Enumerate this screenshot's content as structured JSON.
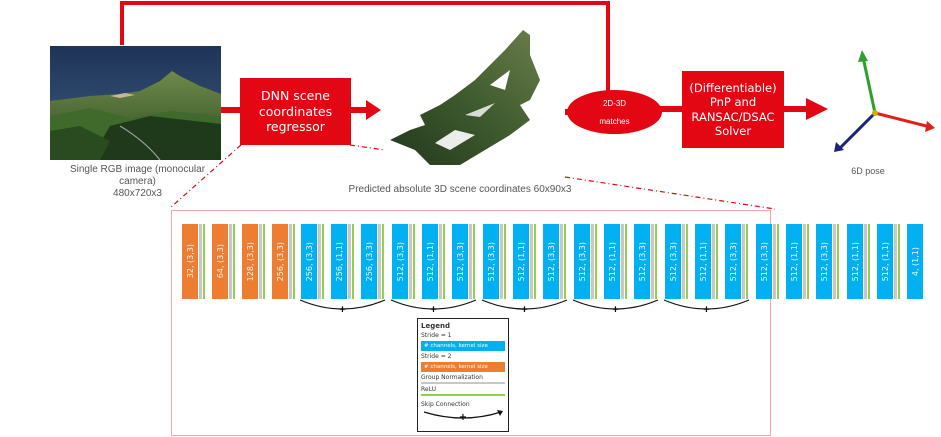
{
  "pipeline": {
    "input_caption_lines": [
      "Single RGB image (monocular",
      "camera)",
      "480x720x3"
    ],
    "dnn_box_lines": [
      "DNN scene",
      "coordinates",
      "regressor"
    ],
    "scene_coords_caption": "Predicted absolute 3D scene coordinates 60x90x3",
    "matches_lines": [
      "2D-3D",
      "matches"
    ],
    "solver_box_lines": [
      "(Differentiable)",
      "PnP and",
      "RANSAC/DSAC",
      "Solver"
    ],
    "output_caption": "6D pose"
  },
  "colors": {
    "accent_red": "#e30613",
    "stride1_blue": "#00b0f0",
    "stride2_orange": "#ed7d31",
    "group_norm_gray": "#c8c8c8",
    "relu_green": "#8fd14f",
    "axis_x": "#e0201a",
    "axis_y": "#2ca02c",
    "axis_z": "#1a237e"
  },
  "network": {
    "layers": [
      {
        "label": "32, (3,3)",
        "stride": 2
      },
      {
        "label": "64, (3,3)",
        "stride": 2
      },
      {
        "label": "128, (3,3)",
        "stride": 2
      },
      {
        "label": "256, (3,3)",
        "stride": 2
      },
      {
        "label": "256, (3,3)",
        "stride": 1
      },
      {
        "label": "256, (1,1)",
        "stride": 1
      },
      {
        "label": "256, (3,3)",
        "stride": 1
      },
      {
        "label": "512, (3,3)",
        "stride": 1
      },
      {
        "label": "512, (1,1)",
        "stride": 1
      },
      {
        "label": "512, (3,3)",
        "stride": 1
      },
      {
        "label": "512, (3,3)",
        "stride": 1
      },
      {
        "label": "512, (1,1)",
        "stride": 1
      },
      {
        "label": "512, (3,3)",
        "stride": 1
      },
      {
        "label": "512, (3,3)",
        "stride": 1
      },
      {
        "label": "512, (1,1)",
        "stride": 1
      },
      {
        "label": "512, (3,3)",
        "stride": 1
      },
      {
        "label": "512, (3,3)",
        "stride": 1
      },
      {
        "label": "512, (1,1)",
        "stride": 1
      },
      {
        "label": "512, (3,3)",
        "stride": 1
      },
      {
        "label": "512, (3,3)",
        "stride": 1
      },
      {
        "label": "512, (1,1)",
        "stride": 1
      },
      {
        "label": "512, (3,3)",
        "stride": 1
      },
      {
        "label": "512, (1,1)",
        "stride": 1
      },
      {
        "label": "512, (1,1)",
        "stride": 1
      },
      {
        "label": "4, (1,1)",
        "stride": 1
      }
    ],
    "skip_connection_groups": 5,
    "skip_symbol": "+"
  },
  "legend": {
    "title": "Legend",
    "stride1_label": "Stride = 1",
    "stride1_swatch": "# channels, kernel size",
    "stride2_label": "Stride = 2",
    "stride2_swatch": "# channels, kernel size",
    "group_norm_label": "Group Normalization",
    "relu_label": "ReLU",
    "skip_label": "Skip Connection",
    "skip_symbol": "+"
  }
}
